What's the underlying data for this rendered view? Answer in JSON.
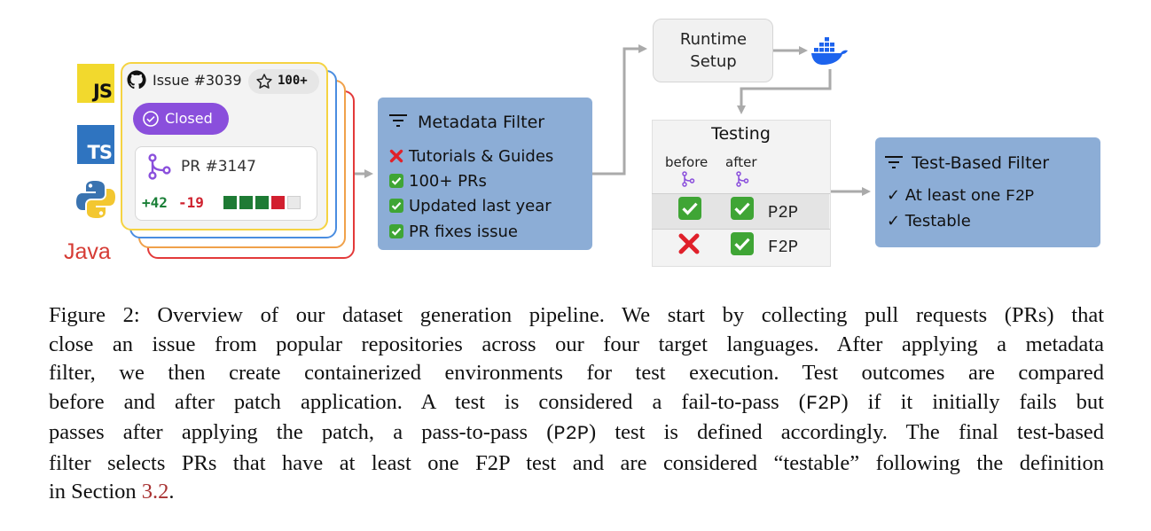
{
  "languages": {
    "js": "JS",
    "ts": "TS",
    "java": "Java",
    "python_icon": "python-logo-icon"
  },
  "issue_card": {
    "issue": "Issue #3039",
    "stars": "100+",
    "status": "Closed",
    "pr": "PR #3147",
    "additions": "+42",
    "deletions": "-19",
    "diff_blocks": [
      "green",
      "green",
      "green",
      "red",
      "gray"
    ],
    "colors": {
      "closed": "#8a4fdc",
      "add": "#1a7f37",
      "del": "#cf222e"
    }
  },
  "metadata_filter": {
    "title": "Metadata Filter",
    "items": [
      {
        "icon": "red-cross-icon",
        "text": "Tutorials & Guides"
      },
      {
        "icon": "green-check-icon",
        "text": "100+ PRs"
      },
      {
        "icon": "green-check-icon",
        "text": "Updated last year"
      },
      {
        "icon": "green-check-icon",
        "text": "PR fixes issue"
      }
    ]
  },
  "runtime": {
    "label": "Runtime\nSetup",
    "icon": "docker-icon"
  },
  "testing": {
    "title": "Testing",
    "columns": [
      "before",
      "after"
    ],
    "rows": [
      {
        "before": "pass",
        "after": "pass",
        "name": "P2P"
      },
      {
        "before": "fail",
        "after": "pass",
        "name": "F2P"
      }
    ]
  },
  "test_based_filter": {
    "title": "Test-Based Filter",
    "items": [
      {
        "prefix": "✓ At least one ",
        "code": "F2P"
      },
      {
        "prefix": "✓ Testable",
        "code": ""
      }
    ]
  },
  "caption": {
    "lines": [
      "Figure 2: Overview of our dataset generation pipeline. We start by collecting pull requests (PRs) that",
      "close an issue from popular repositories across our four target languages. After applying a metadata",
      "filter, we then create containerized environments for test execution. Test outcomes are compared"
    ],
    "line4_a": "before and after patch application. A test is considered a fail-to-pass (",
    "line4_code": "F2P",
    "line4_b": ") if it initially fails but",
    "line5_a": "passes after applying the patch, a pass-to-pass (",
    "line5_code": "P2P",
    "line5_b": ") test is defined accordingly. The final test-based",
    "line6": "filter selects PRs that have at least one F2P test and are considered “testable” following the definition",
    "line7_a": "in Section ",
    "line7_ref": "3.2",
    "line7_b": "."
  }
}
